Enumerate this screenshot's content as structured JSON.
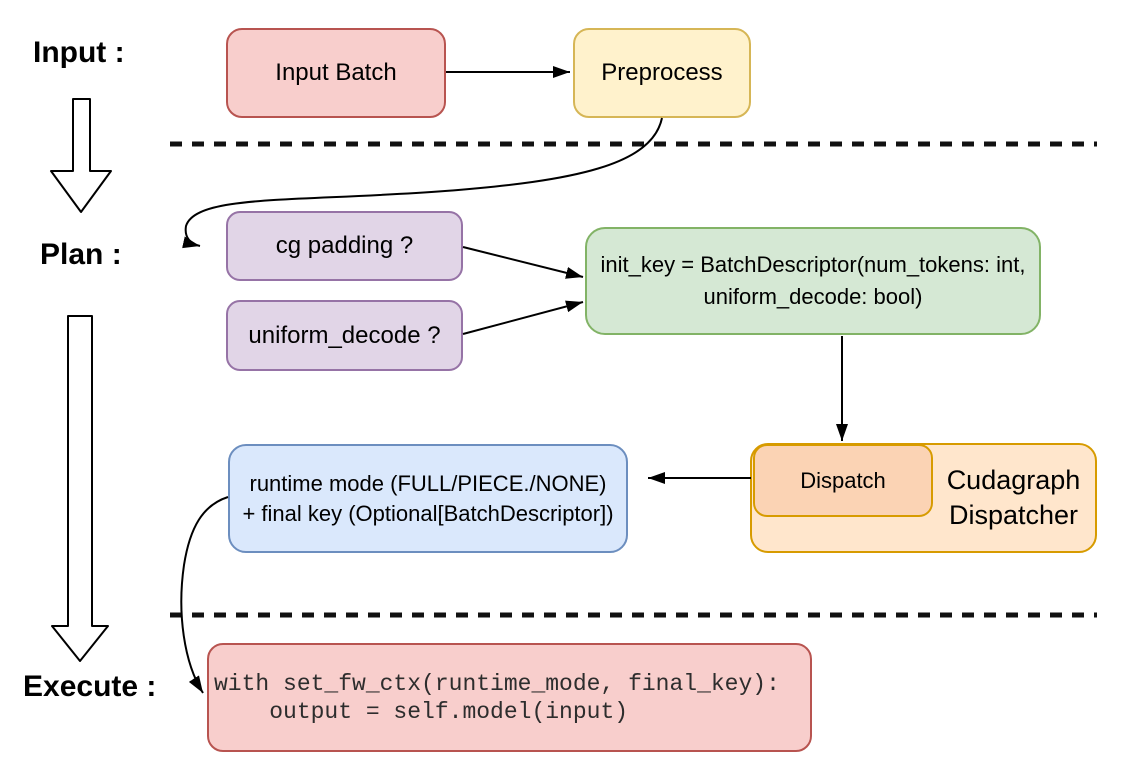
{
  "stages": {
    "input_label": "Input :",
    "plan_label": "Plan :",
    "execute_label": "Execute :"
  },
  "nodes": {
    "input_batch": {
      "label": "Input Batch"
    },
    "preprocess": {
      "label": "Preprocess"
    },
    "cg_padding": {
      "label": "cg padding ?"
    },
    "uniform_decode": {
      "label": "uniform_decode ?"
    },
    "init_key": {
      "line1": "init_key = BatchDescriptor(num_tokens: int,",
      "line2": "uniform_decode: bool)"
    },
    "dispatch": {
      "label": "Dispatch"
    },
    "cudagraph_dispatcher": {
      "line1": "Cudagraph",
      "line2": "Dispatcher"
    },
    "runtime_mode": {
      "line1": "runtime mode (FULL/PIECE./NONE)",
      "line2": "+ final key (Optional[BatchDescriptor])"
    },
    "execute_code": {
      "line1": "with set_fw_ctx(runtime_mode, final_key):",
      "line2": "    output = self.model(input)"
    }
  },
  "colors": {
    "red_fill": "#f8cecc",
    "red_border": "#b85450",
    "yellow_fill": "#fff2cc",
    "yellow_border": "#d6b656",
    "purple_fill": "#e1d5e7",
    "purple_border": "#9673a6",
    "green_fill": "#d5e8d4",
    "green_border": "#82b366",
    "blue_fill": "#dae8fc",
    "blue_border": "#6c8ebf",
    "orange_fill": "#ffe6cc",
    "orange_inner_fill": "#fbd3b4",
    "orange_border": "#d79b00",
    "line_color": "#000000"
  }
}
